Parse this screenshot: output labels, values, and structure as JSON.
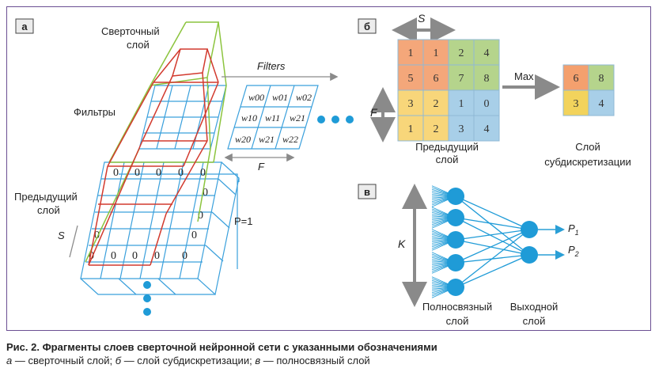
{
  "panel_a": {
    "badge": "а",
    "conv_layer_label_1": "Сверточный",
    "conv_layer_label_2": "слой",
    "filters_label": "Фильтры",
    "filters_arrow_label": "Filters",
    "prev_layer_label_1": "Предыдущий",
    "prev_layer_label_2": "слой",
    "s_label": "S",
    "f_label": "F",
    "p_label": "P=1",
    "zero": "0",
    "weights": [
      [
        "w00",
        "w01",
        "w02"
      ],
      [
        "w10",
        "w11",
        "w21"
      ],
      [
        "w20",
        "w21",
        "w22"
      ]
    ]
  },
  "panel_b": {
    "badge": "б",
    "s_label": "S",
    "f_label": "F",
    "max_label": "Max",
    "grid": [
      [
        "1",
        "1",
        "2",
        "4"
      ],
      [
        "5",
        "6",
        "7",
        "8"
      ],
      [
        "3",
        "2",
        "1",
        "0"
      ],
      [
        "1",
        "2",
        "3",
        "4"
      ]
    ],
    "pooled": [
      [
        "6",
        "8"
      ],
      [
        "3",
        "4"
      ]
    ],
    "prev_label_1": "Предыдущий",
    "prev_label_2": "слой",
    "sub_label_1": "Слой",
    "sub_label_2": "субдискретизации",
    "colors": {
      "orange": "#f4a77a",
      "green": "#b5d48c",
      "yellow": "#f8d67a",
      "blue": "#a8cfe8",
      "pool_orange": "#f4a06e",
      "pool_yellow": "#f2d35c"
    }
  },
  "panel_c": {
    "badge": "в",
    "k_label": "K",
    "p1": "P1",
    "p2": "P2",
    "fc_label_1": "Полносвязный",
    "fc_label_2": "слой",
    "out_label_1": "Выходной",
    "out_label_2": "слой",
    "node_color": "#1f9bd7"
  },
  "caption": {
    "title": "Рис. 2. Фрагменты слоев сверточной нейронной сети с указанными обозначениями",
    "a_letter": "а",
    "a_text": " — сверточный слой; ",
    "b_letter": "б",
    "b_text": " — слой субдискретизации; ",
    "c_letter": "в",
    "c_text": " — полносвязный слой"
  }
}
